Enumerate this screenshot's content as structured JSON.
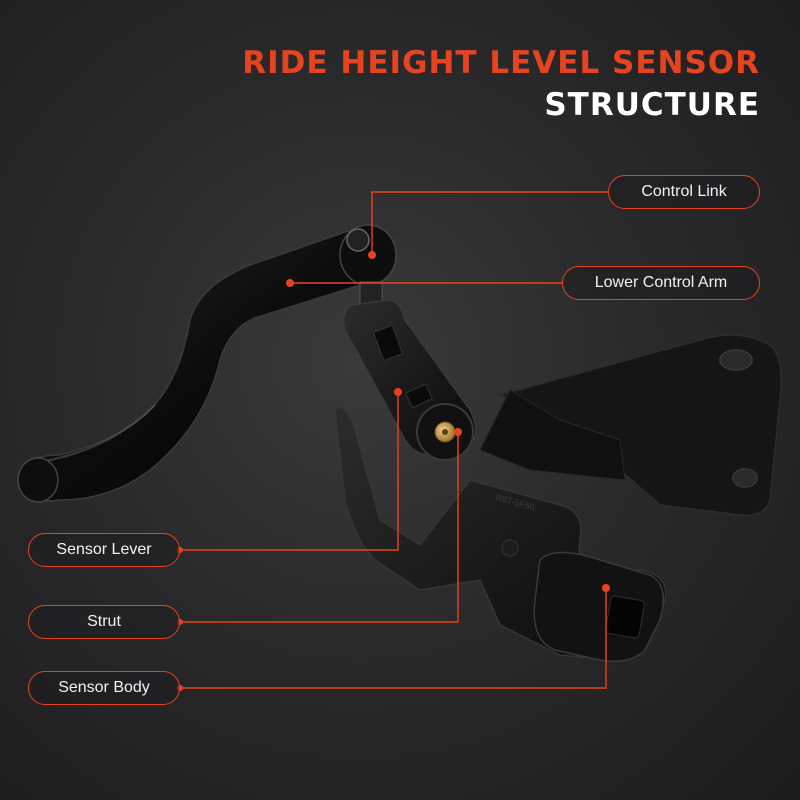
{
  "title": {
    "line1": "RIDE HEIGHT LEVEL SENSOR",
    "line2": "STRUCTURE"
  },
  "colors": {
    "accent": "#e8431f",
    "title_secondary": "#ffffff",
    "background": "#2a2a2c"
  },
  "labels": {
    "control_link": "Control Link",
    "lower_control_arm": "Lower Control Arm",
    "sensor_lever": "Sensor Lever",
    "strut": "Strut",
    "sensor_body": "Sensor Body"
  },
  "part_marking": "R8T-5F50"
}
